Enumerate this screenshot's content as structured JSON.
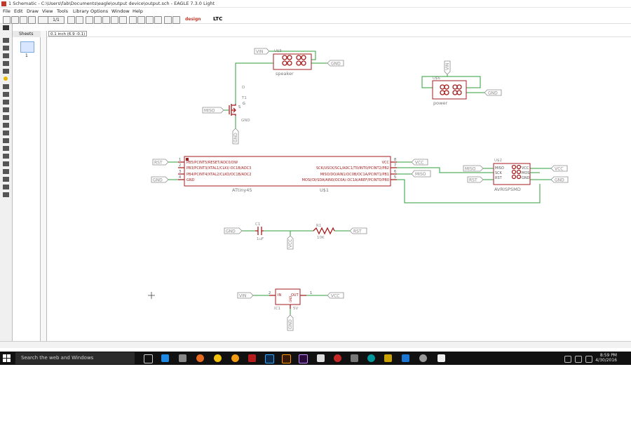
{
  "window": {
    "title": "1 Schematic - C:\\Users\\fab\\Documents\\eagle\\output device\\output.sch - EAGLE 7.3.0 Light"
  },
  "menu": [
    "File",
    "Edit",
    "Draw",
    "View",
    "Tools",
    "Library",
    "Options",
    "Window",
    "Help"
  ],
  "toolbar": {
    "sheet_select": "1/1",
    "brand_design": "design",
    "brand_ltc": "LTC"
  },
  "sheets_panel": {
    "title": "Sheets",
    "sheet_number": "1"
  },
  "coordinate_readout": "0.1 inch (6.9 -0.1)",
  "schematic": {
    "speaker": {
      "part": "U$5",
      "value": "speaker",
      "net_in": "VIN",
      "net_out": "GND"
    },
    "power": {
      "part": "U$6",
      "value": "power",
      "net_top": "VIN",
      "net_out": "GND"
    },
    "transistor": {
      "part": "T1",
      "pin_d": "D",
      "pin_g": "G",
      "pin_s": "S",
      "gate_net": "MISO",
      "gnd_label": "GND",
      "bottom_net": "GND"
    },
    "mcu": {
      "part": "U$1",
      "value": "ATtiny45",
      "left_pins": [
        {
          "num": "1",
          "name": "PB5/PCINT5/RESET/ADC0/DW",
          "net": "RST"
        },
        {
          "num": "2",
          "name": "PB3/PCINT3/XTAL1/CLKI/-OC1B/ADC3",
          "net": ""
        },
        {
          "num": "3",
          "name": "PB4/PCINT4/XTAL2/CLKO/OC1B/ADC2",
          "net": ""
        },
        {
          "num": "4",
          "name": "GND",
          "net": "GND"
        }
      ],
      "right_pins": [
        {
          "num": "8",
          "name": "VCC",
          "net": "VCC"
        },
        {
          "num": "7",
          "name": "SCK/USCK/SCL/ADC1/T0/INT0/PCINT2/PB2",
          "net": ""
        },
        {
          "num": "6",
          "name": "MISO/DO/AIN1/OC0B/OC1A/PCINT1/PB1",
          "net": "MISO"
        },
        {
          "num": "5",
          "name": "MOSI/DI/SDA/AIN0/OC0A/-OC1A/AREF/PCINT0/PB0",
          "net": ""
        }
      ]
    },
    "isp": {
      "part": "U$2",
      "value": "AVRISPSMD",
      "left_pins": [
        "MISO",
        "SCK",
        "RST"
      ],
      "right_pins": [
        "VCC",
        "MOSI",
        "GND"
      ],
      "left_nets": [
        "MISO",
        "RST"
      ],
      "right_nets": [
        "VCC",
        "GND"
      ]
    },
    "capacitor": {
      "part": "C1",
      "value": "1uF",
      "net_left": "GND"
    },
    "resistor": {
      "part": "R1",
      "value": "10K",
      "net_right": "RST"
    },
    "mid_vcc": "VCC",
    "regulator": {
      "part": "IC1",
      "value": "5V",
      "pin_in": "IN",
      "pin_out": "OUT",
      "pin_gnd": "GND",
      "pin_in_num": "2",
      "pin_out_num": "1",
      "net_in": "VIN",
      "net_out": "VCC",
      "net_gnd": "GND"
    }
  },
  "taskbar": {
    "search_placeholder": "Search the web and Windows",
    "time": "8:59 PM",
    "date": "4/30/2016"
  },
  "colors": {
    "wire": "#2e9e3a",
    "part_outline": "#a51d1d",
    "net_label_border": "#8c8c8c",
    "taskbar": "#111111"
  }
}
